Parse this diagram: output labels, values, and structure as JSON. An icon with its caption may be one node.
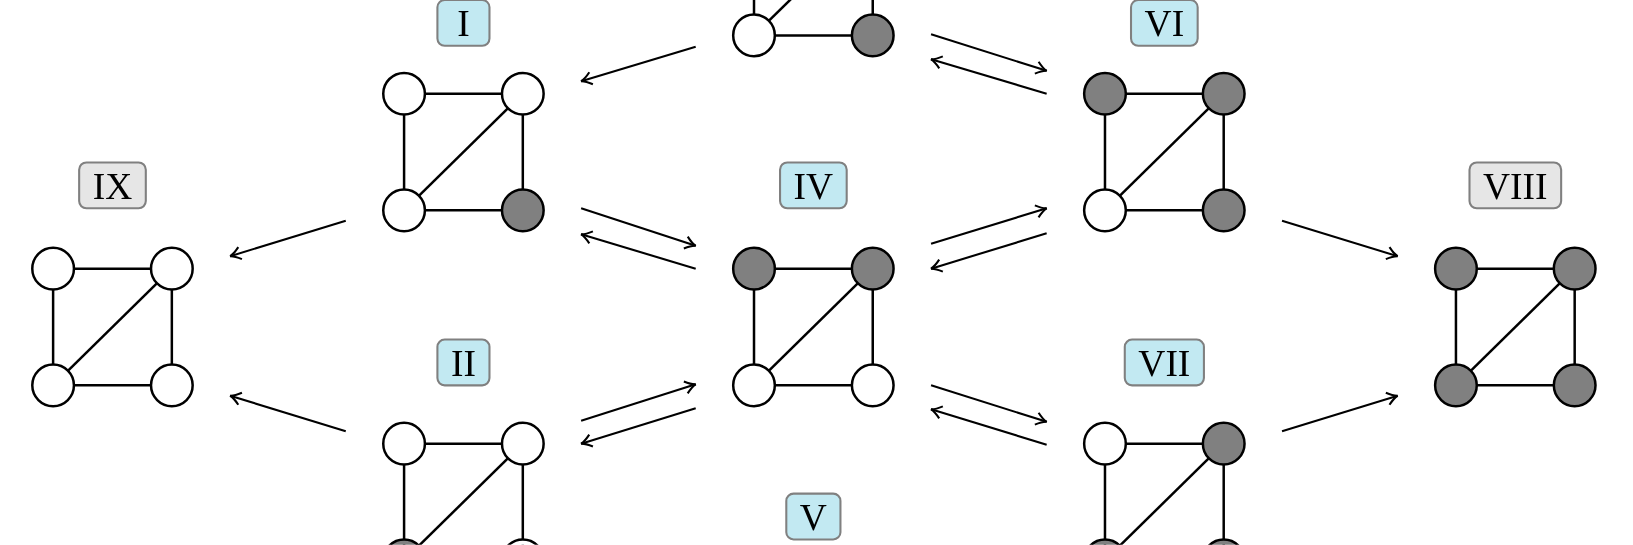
{
  "diagram": {
    "nodes": [
      {
        "text": [],
        "shape": "picture"
      },
      {
        "text": [
          "I"
        ]
      },
      {
        "text": [
          "VI"
        ]
      },
      {
        "text": [
          "IX"
        ]
      },
      {
        "text": [
          "IV"
        ]
      },
      {
        "text": [
          "VIII"
        ]
      },
      {
        "text": [
          "II"
        ]
      },
      {
        "text": [
          "VII"
        ]
      },
      {
        "text": [
          "V"
        ]
      }
    ],
    "edges": [
      {
        "from": 0,
        "to": 1,
        "arrow": "to"
      },
      {
        "from": 0,
        "to": 2,
        "arrow": "to"
      },
      {
        "from": 2,
        "to": 0,
        "arrow": "to"
      },
      {
        "from": 1,
        "to": 3,
        "arrow": "to"
      },
      {
        "from": 6,
        "to": 3,
        "arrow": "to"
      },
      {
        "from": 1,
        "to": 4,
        "arrow": "to"
      },
      {
        "from": 4,
        "to": 1,
        "arrow": "to"
      },
      {
        "from": 6,
        "to": 4,
        "arrow": "to"
      },
      {
        "from": 4,
        "to": 6,
        "arrow": "to"
      },
      {
        "from": 4,
        "to": 2,
        "arrow": "to"
      },
      {
        "from": 2,
        "to": 4,
        "arrow": "to"
      },
      {
        "from": 4,
        "to": 7,
        "arrow": "to"
      },
      {
        "from": 7,
        "to": 4,
        "arrow": "to"
      },
      {
        "from": 2,
        "to": 5,
        "arrow": "to"
      },
      {
        "from": 7,
        "to": 5,
        "arrow": "to"
      }
    ]
  }
}
